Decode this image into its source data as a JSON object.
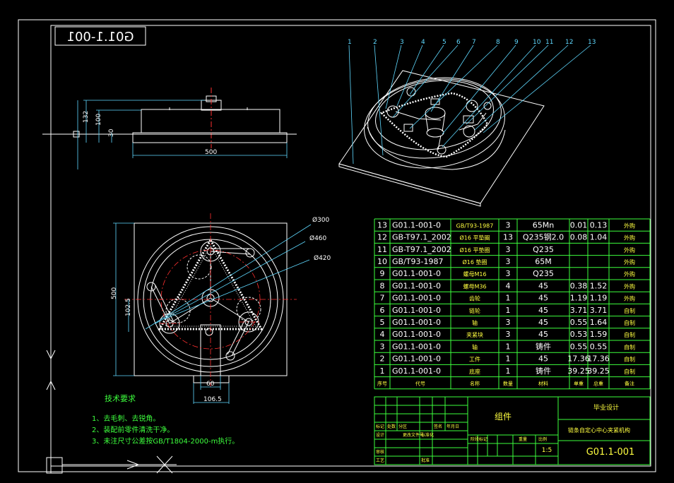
{
  "drawing_number": "G01.1-001",
  "mirrored_tag": "G01.1-001",
  "front_view": {
    "dims": [
      "132",
      "100",
      "30",
      "500"
    ]
  },
  "top_view": {
    "dims": [
      "500",
      "102.5",
      "60",
      "106.5",
      "Ø300",
      "Ø460",
      "Ø420"
    ]
  },
  "callouts": [
    "1",
    "2",
    "3",
    "4",
    "5",
    "6",
    "7",
    "8",
    "9",
    "10",
    "11",
    "12",
    "13"
  ],
  "notes": {
    "title": "技术要求",
    "lines": [
      "1、去毛刺、去锐角。",
      "2、装配前零件清洗干净。",
      "3、未注尺寸公差按GB/T1804-2000-m执行。"
    ]
  },
  "bom": {
    "rows": [
      {
        "no": "13",
        "code": "G01.1-001-0",
        "name": "GB/T93-1987",
        "qty": "3",
        "material": "65Mn",
        "unit": "0.01",
        "total": "0.13",
        "remark": "外购"
      },
      {
        "no": "12",
        "code": "GB-T97.1_2002",
        "name": "Ø16 平垫圈",
        "qty": "13",
        "material": "Q235钢2.0",
        "unit": "0.08",
        "total": "1.04",
        "remark": "外购"
      },
      {
        "no": "11",
        "code": "GB-T97.1_2002",
        "name": "Ø16 平垫圈",
        "qty": "3",
        "material": "Q235",
        "unit": "",
        "total": "",
        "remark": "外购"
      },
      {
        "no": "10",
        "code": "GB/T93-1987",
        "name": "Ø16 垫圈",
        "qty": "3",
        "material": "65M",
        "unit": "",
        "total": "",
        "remark": "外购"
      },
      {
        "no": "9",
        "code": "G01.1-001-0",
        "name": "螺母M16",
        "qty": "3",
        "material": "Q235",
        "unit": "",
        "total": "",
        "remark": "外购"
      },
      {
        "no": "8",
        "code": "G01.1-001-0",
        "name": "螺母M36",
        "qty": "4",
        "material": "45",
        "unit": "0.38",
        "total": "1.52",
        "remark": "外购"
      },
      {
        "no": "7",
        "code": "G01.1-001-0",
        "name": "齿轮",
        "qty": "1",
        "material": "45",
        "unit": "1.19",
        "total": "1.19",
        "remark": "外购"
      },
      {
        "no": "6",
        "code": "G01.1-001-0",
        "name": "链轮",
        "qty": "1",
        "material": "45",
        "unit": "3.71",
        "total": "3.71",
        "remark": "自制"
      },
      {
        "no": "5",
        "code": "G01.1-001-0",
        "name": "轴",
        "qty": "3",
        "material": "45",
        "unit": "0.55",
        "total": "1.64",
        "remark": "自制"
      },
      {
        "no": "4",
        "code": "G01.1-001-0",
        "name": "夹紧块",
        "qty": "3",
        "material": "45",
        "unit": "0.53",
        "total": "1.59",
        "remark": "自制"
      },
      {
        "no": "3",
        "code": "G01.1-001-0",
        "name": "轴",
        "qty": "1",
        "material": "铸件",
        "unit": "0.55",
        "total": "0.55",
        "remark": "自制"
      },
      {
        "no": "2",
        "code": "G01.1-001-0",
        "name": "工件",
        "qty": "1",
        "material": "45",
        "unit": "17.36",
        "total": "17.36",
        "remark": "自制"
      },
      {
        "no": "1",
        "code": "G01.1-001-0",
        "name": "底座",
        "qty": "1",
        "material": "铸件",
        "unit": "39.25",
        "total": "39.25",
        "remark": "自制"
      }
    ],
    "header": [
      "序号",
      "代号",
      "名称",
      "数量",
      "材料",
      "单重",
      "总重",
      "备注"
    ]
  },
  "title_block": {
    "assembly": "组件",
    "school": "毕业设计",
    "title": "链条自定心中心夹紧机构",
    "scale": "1:5",
    "drawing_no": "G01.1-001",
    "labels": [
      "标记",
      "处数",
      "分区",
      "更改文件号",
      "签名",
      "年月日",
      "设计",
      "标准化",
      "审核",
      "工艺",
      "批准",
      "阶段标记",
      "重量",
      "比例"
    ]
  },
  "colors": {
    "outline": "#ffffff",
    "dim": "#5fd9ff",
    "center": "#ff3030",
    "table": "#3dff3d",
    "bg": "#000000"
  }
}
